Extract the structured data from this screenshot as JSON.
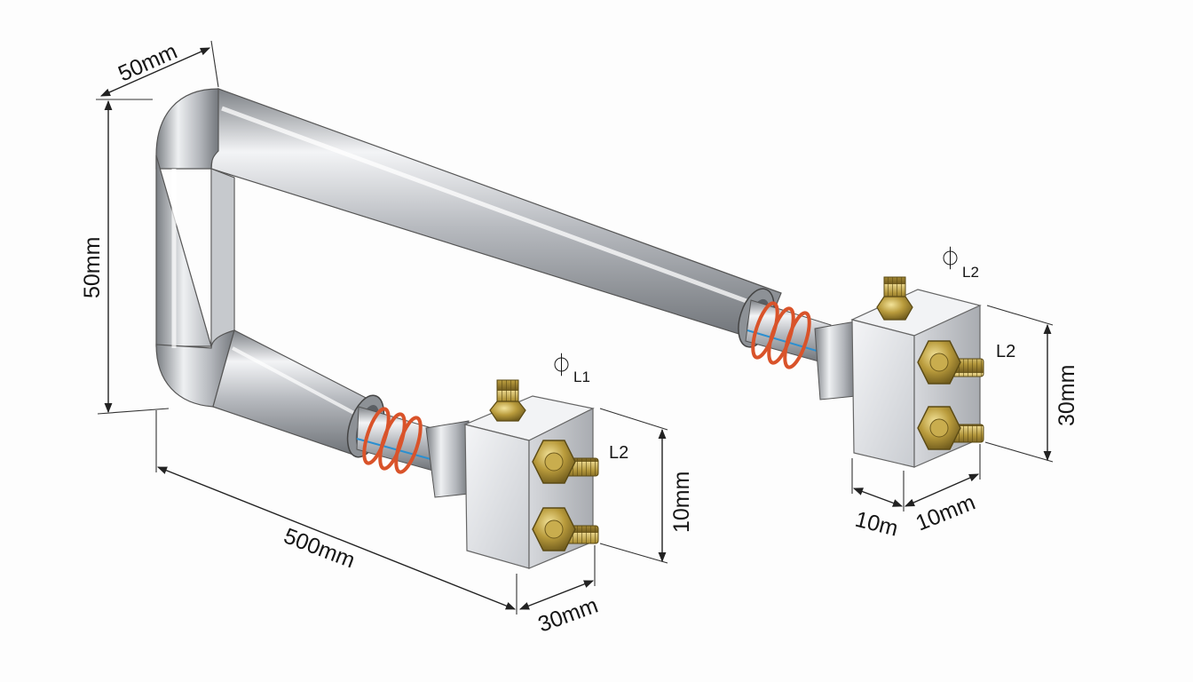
{
  "dimensions": {
    "top_width": "50mm",
    "left_height": "50mm",
    "length": "500mm",
    "block1_height": "10mm",
    "block1_depth": "30mm",
    "block2_height": "30mm",
    "block2_width_a": "10m",
    "block2_width_b": "10mm"
  },
  "labels": {
    "sensor1_symbol": "⏀",
    "sensor1_sub": "L1",
    "sensor2_symbol": "⏀",
    "sensor2_sub": "L2",
    "terminal1": "L2",
    "terminal2": "L2"
  },
  "colors": {
    "pipe": "#b9bcc0",
    "oring": "#d9532a",
    "wire": "#2b8fd0",
    "brass": "#b49a3a",
    "block": "#e9eaed"
  }
}
